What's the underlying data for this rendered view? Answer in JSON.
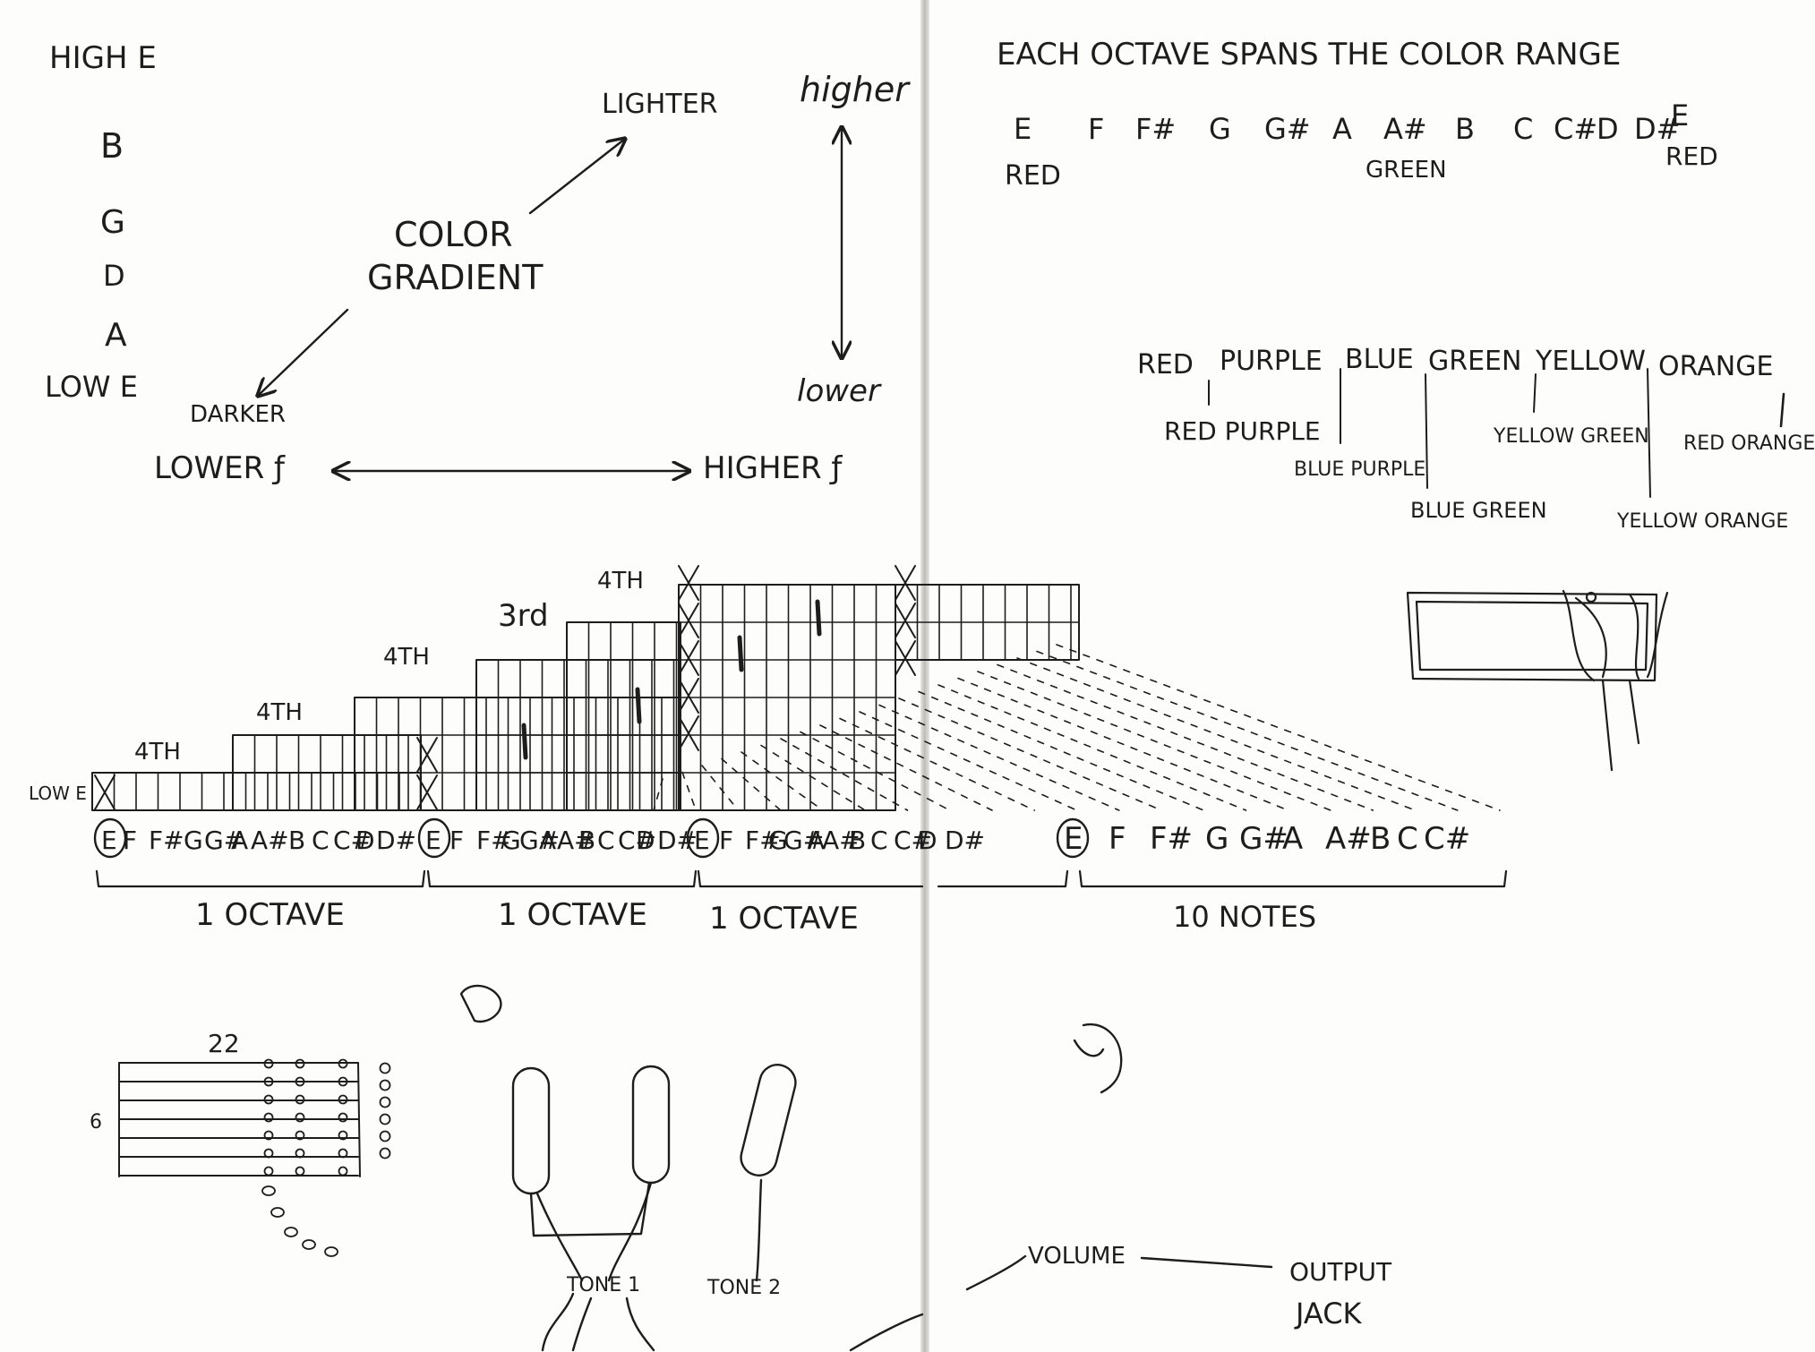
{
  "strings_panel": {
    "labels": [
      "HIGH E",
      "B",
      "G",
      "D",
      "A",
      "LOW E"
    ]
  },
  "gradient_panel": {
    "lighter": "LIGHTER",
    "darker": "DARKER",
    "title_line1": "COLOR",
    "title_line2": "GRADIENT",
    "higher": "higher",
    "lower": "lower",
    "lower_f": "LOWER ƒ",
    "higher_f": "HIGHER ƒ"
  },
  "octave_panel": {
    "heading": "EACH OCTAVE SPANS THE COLOR RANGE",
    "notes": [
      "E",
      "F",
      "F#",
      "G",
      "G#",
      "A",
      "A#",
      "B",
      "C",
      "C#",
      "D",
      "D#",
      "E"
    ],
    "color_start": "RED",
    "color_middle": "GREEN",
    "color_end": "RED"
  },
  "color_list": {
    "primary": [
      "RED",
      "PURPLE",
      "BLUE",
      "GREEN",
      "YELLOW",
      "ORANGE"
    ],
    "blends": [
      "RED PURPLE",
      "BLUE PURPLE",
      "BLUE GREEN",
      "YELLOW GREEN",
      "YELLOW ORANGE",
      "RED ORANGE"
    ]
  },
  "fretboard": {
    "low_label": "LOW E",
    "step_labels": [
      "4TH",
      "4TH",
      "4TH",
      "3rd",
      "4TH"
    ],
    "note_run": [
      "E",
      "F",
      "F#",
      "G",
      "G#",
      "A",
      "A#",
      "B",
      "C",
      "C#",
      "D",
      "D#",
      "E",
      "F",
      "F#",
      "G",
      "G#",
      "A",
      "A#",
      "B",
      "C",
      "C#",
      "D",
      "D#",
      "E",
      "F",
      "F#",
      "G",
      "G#",
      "A",
      "A#",
      "B",
      "C",
      "C#",
      "D",
      "D#",
      "E",
      "F",
      "F#",
      "G",
      "G#",
      "A",
      "A#",
      "B",
      "C",
      "C#"
    ],
    "brackets": [
      "1 OCTAVE",
      "1 OCTAVE",
      "1 OCTAVE",
      "10 NOTES"
    ]
  },
  "neck_sketch": {
    "fret_label": "22",
    "string_count": "6"
  },
  "wiring": {
    "tone1": "TONE 1",
    "tone2": "TONE 2",
    "volume": "VOLUME",
    "output_line1": "OUTPUT",
    "output_line2": "JACK"
  }
}
